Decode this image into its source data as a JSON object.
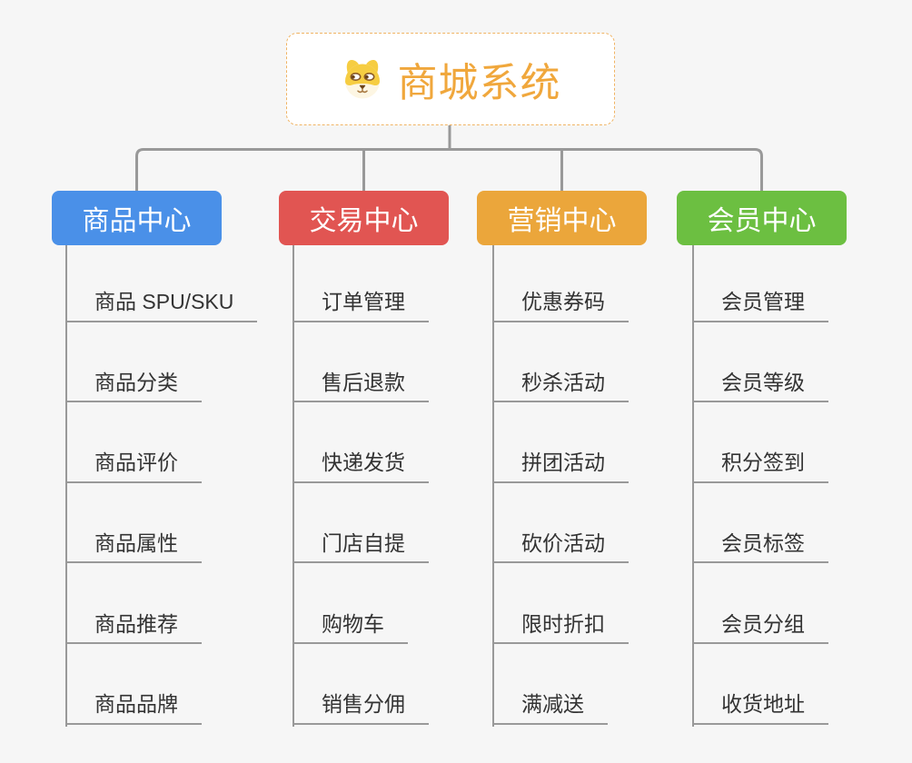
{
  "canvas": {
    "background": "#f6f6f6",
    "connector_color": "#999999",
    "leaf_text_color": "#333333",
    "leaf_line_color": "#999999"
  },
  "root": {
    "title": "商城系统",
    "icon": "dog-face-icon",
    "title_color": "#f0a73c",
    "border_color": "#f0b464",
    "background": "#ffffff"
  },
  "branches": [
    {
      "id": "product-center",
      "label": "商品中心",
      "color": "#4a90e8",
      "children": [
        "商品 SPU/SKU",
        "商品分类",
        "商品评价",
        "商品属性",
        "商品推荐",
        "商品品牌"
      ]
    },
    {
      "id": "trade-center",
      "label": "交易中心",
      "color": "#e15552",
      "children": [
        "订单管理",
        "售后退款",
        "快递发货",
        "门店自提",
        "购物车",
        "销售分佣"
      ]
    },
    {
      "id": "marketing-center",
      "label": "营销中心",
      "color": "#eba63b",
      "children": [
        "优惠券码",
        "秒杀活动",
        "拼团活动",
        "砍价活动",
        "限时折扣",
        "满减送"
      ]
    },
    {
      "id": "member-center",
      "label": "会员中心",
      "color": "#6cbf41",
      "children": [
        "会员管理",
        "会员等级",
        "积分签到",
        "会员标签",
        "会员分组",
        "收货地址"
      ]
    }
  ]
}
